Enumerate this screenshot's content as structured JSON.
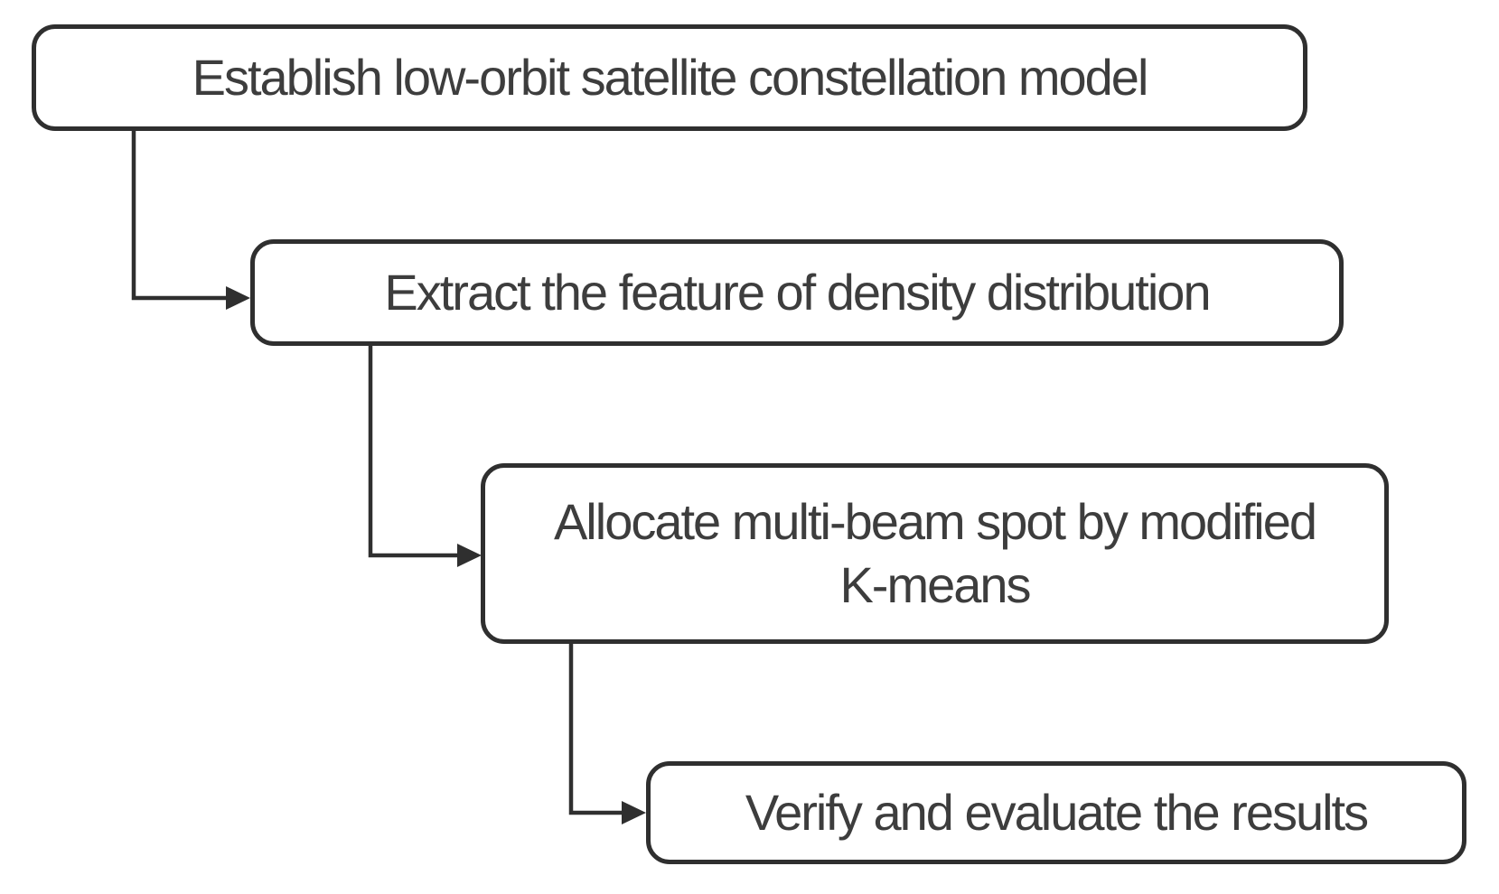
{
  "diagram": {
    "type": "flowchart",
    "nodes": [
      {
        "id": "node-1",
        "label": "Establish low-orbit satellite constellation model"
      },
      {
        "id": "node-2",
        "label": "Extract the feature of density distribution"
      },
      {
        "id": "node-3",
        "label": "Allocate multi-beam spot by modified K-means"
      },
      {
        "id": "node-4",
        "label": "Verify and evaluate the results"
      }
    ],
    "edges": [
      {
        "from": "node-1",
        "to": "node-2"
      },
      {
        "from": "node-2",
        "to": "node-3"
      },
      {
        "from": "node-3",
        "to": "node-4"
      }
    ],
    "colors": {
      "background": "#ffffff",
      "node_fill": "#ffffff",
      "node_border": "#2f2f2f",
      "text": "#3d3d3d",
      "connector": "#2f2f2f"
    }
  }
}
